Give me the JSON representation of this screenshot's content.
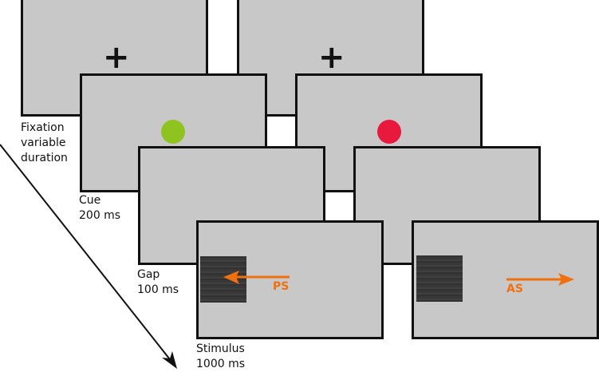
{
  "stages": [
    {
      "label_line1": "Fixation",
      "label_line2": "variable",
      "label_line3": "duration"
    },
    {
      "label_line1": "Cue",
      "label_line2": "200 ms"
    },
    {
      "label_line1": "Gap",
      "label_line2": "100 ms"
    },
    {
      "label_line1": "Stimulus",
      "label_line2": "1000 ms"
    }
  ],
  "fixation_symbol": "+",
  "cue_colors": {
    "prosaccade": "#8fc31f",
    "antisaccade": "#e8193c"
  },
  "arrow_color": "#f07010",
  "conditions": {
    "prosaccade": "PS",
    "antisaccade": "AS"
  }
}
